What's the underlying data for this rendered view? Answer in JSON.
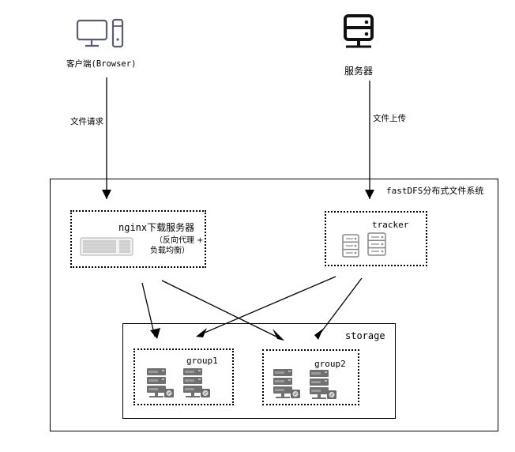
{
  "client": {
    "label": "客户端(Browser)",
    "icon": "desktop-computer-icon"
  },
  "server": {
    "label": "服务器",
    "icon": "server-icon"
  },
  "edges": {
    "client_to_nginx": "文件请求",
    "server_to_tracker": "文件上传"
  },
  "fastdfs": {
    "title": "fastDFS分布式文件系统"
  },
  "nginx": {
    "title": "nginx下载服务器",
    "subtitle_line1": "（反向代理 +",
    "subtitle_line2": "负载均衡）"
  },
  "tracker": {
    "title": "tracker"
  },
  "storage": {
    "title": "storage",
    "groups": [
      {
        "label": "group1"
      },
      {
        "label": "group2"
      }
    ]
  },
  "colors": {
    "icon_gray": "#5b5b76",
    "server_gray": "#7a7a7a"
  }
}
